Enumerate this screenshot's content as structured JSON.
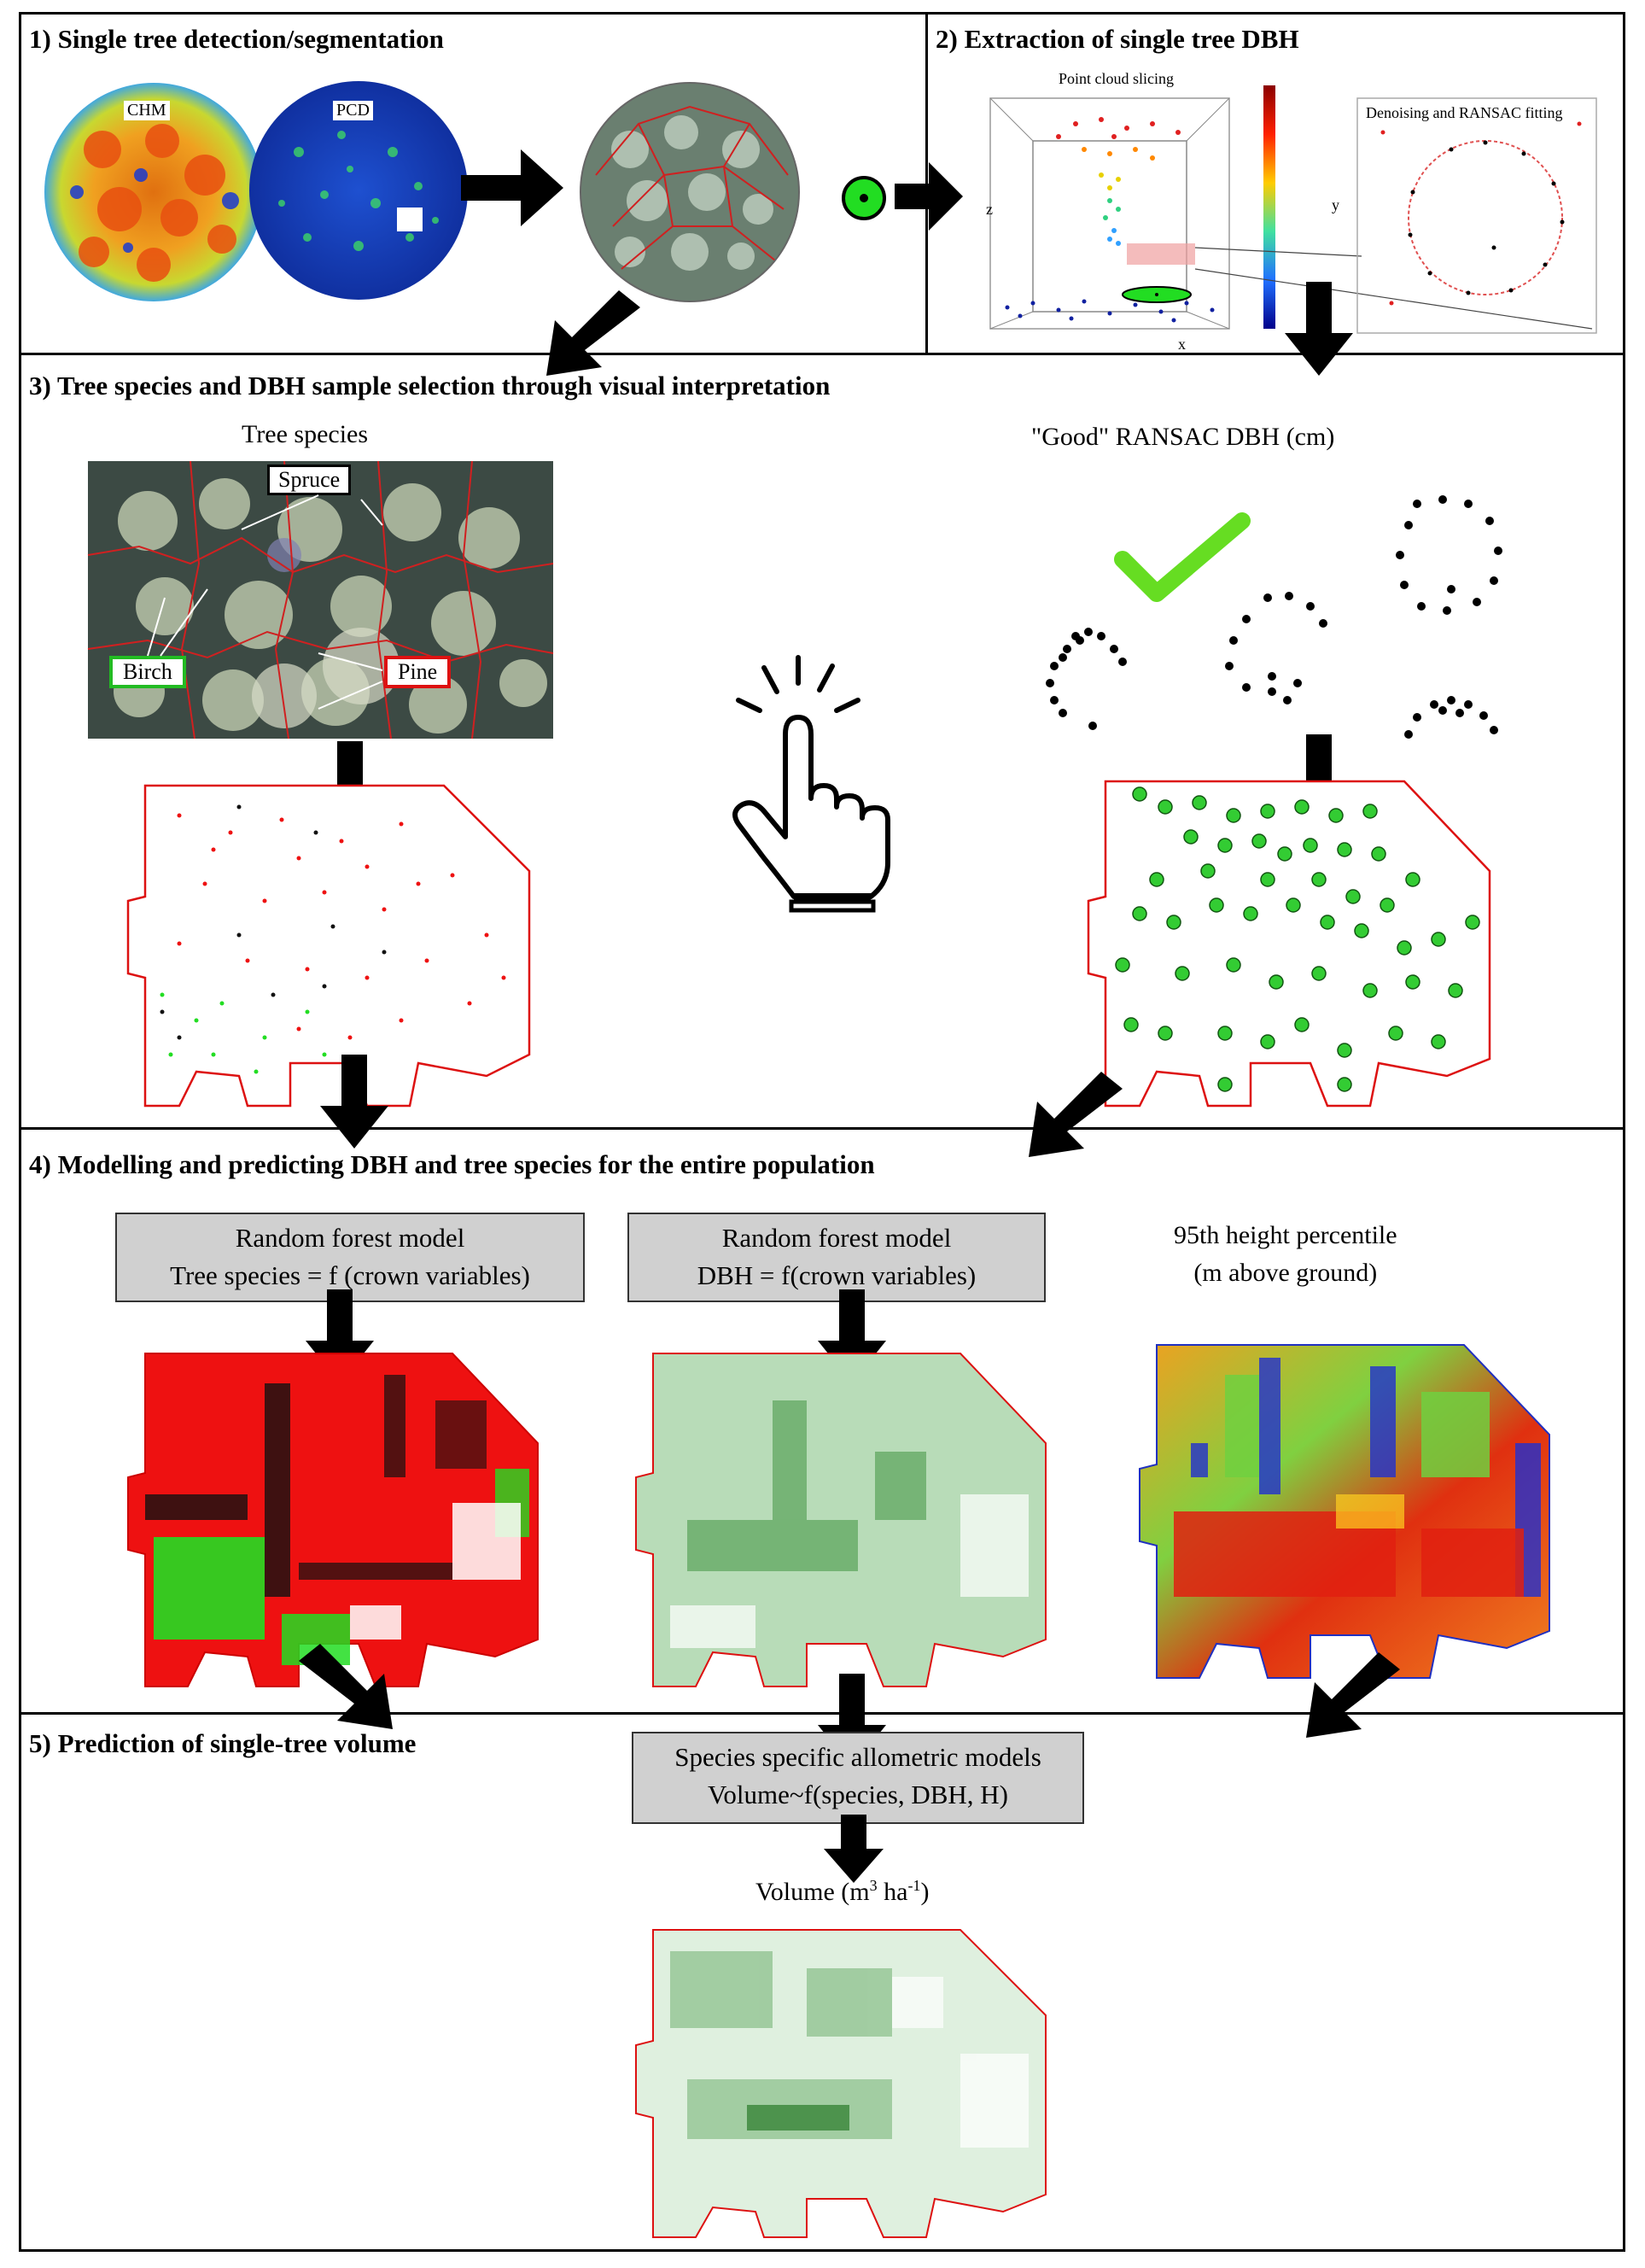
{
  "sections": {
    "s1": "1) Single tree detection/segmentation",
    "s2": "2) Extraction of single tree DBH",
    "s3": "3) Tree species and DBH sample selection through visual interpretation",
    "s4": "4) Modelling and predicting DBH and tree species for the entire population",
    "s5": "5) Prediction of single-tree volume"
  },
  "s1": {
    "chm": "CHM",
    "pcd": "PCD"
  },
  "s2": {
    "slicing": "Point cloud slicing",
    "ransac": "Denoising and RANSAC fitting",
    "axis_x": "x",
    "axis_y": "y",
    "axis_z": "z"
  },
  "s3": {
    "tree_species": "Tree species",
    "good_ransac": "\"Good\" RANSAC DBH (cm)",
    "spruce": "Spruce",
    "birch": "Birch",
    "pine": "Pine"
  },
  "s4": {
    "box1_l1": "Random forest model",
    "box1_l2": "Tree species = f (crown variables)",
    "box2_l1": "Random forest model",
    "box2_l2": "DBH = f(crown variables)",
    "h_l1": "95th height percentile",
    "h_l2": "(m above ground)"
  },
  "s5": {
    "box_l1": "Species specific allometric models",
    "box_l2": "Volume~f(species, DBH, H)",
    "vol_a": "Volume (m",
    "vol_sup1": "3",
    "vol_b": " ha",
    "vol_sup2": "-1",
    "vol_c": ")"
  },
  "colors": {
    "birch": "#22dd22",
    "pine": "#ee1111",
    "spruce": "#111111",
    "dbh_point": "#33cc33",
    "check": "#66dd22",
    "box": "#d0d0d0"
  },
  "icons": [
    "arrow-icon",
    "hand-pointer-icon",
    "checkmark-icon",
    "stem-circle-icon"
  ]
}
